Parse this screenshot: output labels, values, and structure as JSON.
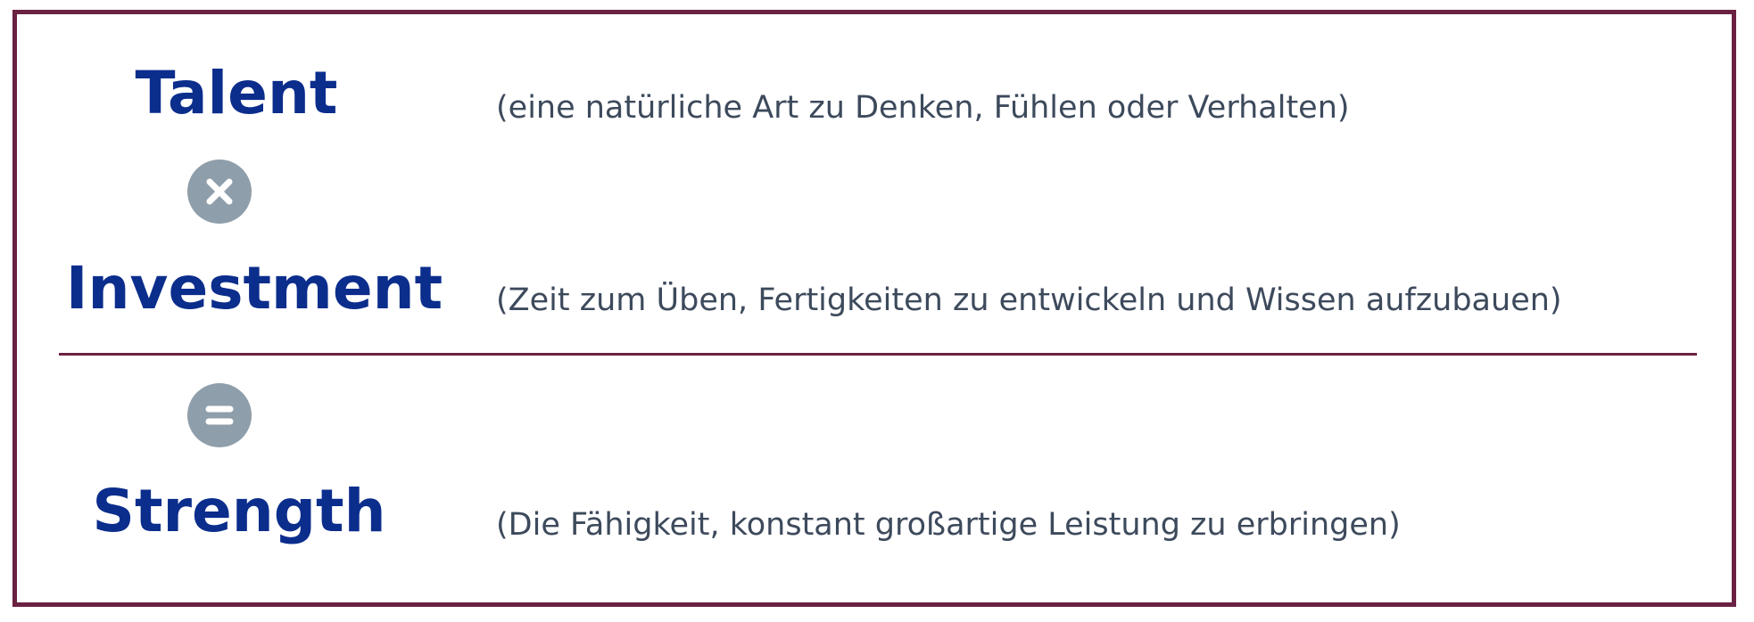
{
  "rows": [
    {
      "term": "Talent",
      "description": "(eine natürliche Art zu Denken, Fühlen oder Verhalten)"
    },
    {
      "term": "Investment",
      "description": "(Zeit zum Üben, Fertigkeiten zu entwickeln und Wissen aufzubauen)"
    },
    {
      "term": "Strength",
      "description": "(Die Fähigkeit, konstant großartige Leistung zu erbringen)"
    }
  ],
  "operators": {
    "multiply": "times-circle-icon",
    "equals": "equals-circle-icon"
  },
  "colors": {
    "term": "#0b2d8c",
    "description": "#3d4a5c",
    "border": "#6b2142",
    "operator": "#8e9eab"
  }
}
